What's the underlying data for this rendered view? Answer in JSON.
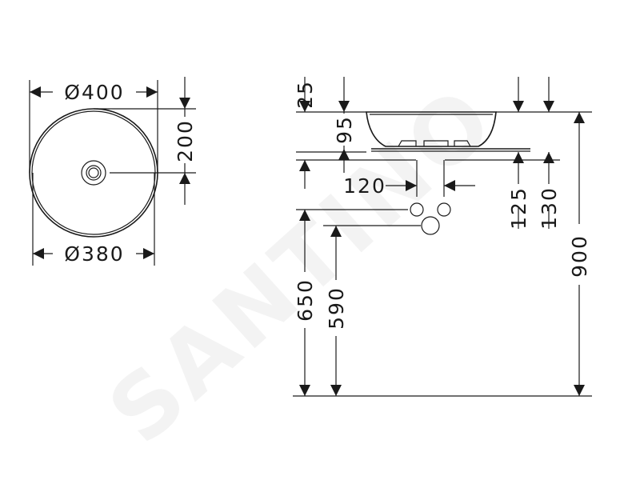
{
  "watermark": "SANTINO",
  "top_view": {
    "outer_diameter": "Ø400",
    "inner_diameter": "Ø380",
    "drain_offset": "200"
  },
  "side_view": {
    "rim_offset": "25",
    "bowl_height": "95",
    "trap_spacing": "120",
    "dim_125": "125",
    "dim_130": "130",
    "dim_650": "650",
    "dim_590": "590",
    "dim_900": "900"
  },
  "colors": {
    "line": "#1a1a1a",
    "background": "#ffffff"
  }
}
